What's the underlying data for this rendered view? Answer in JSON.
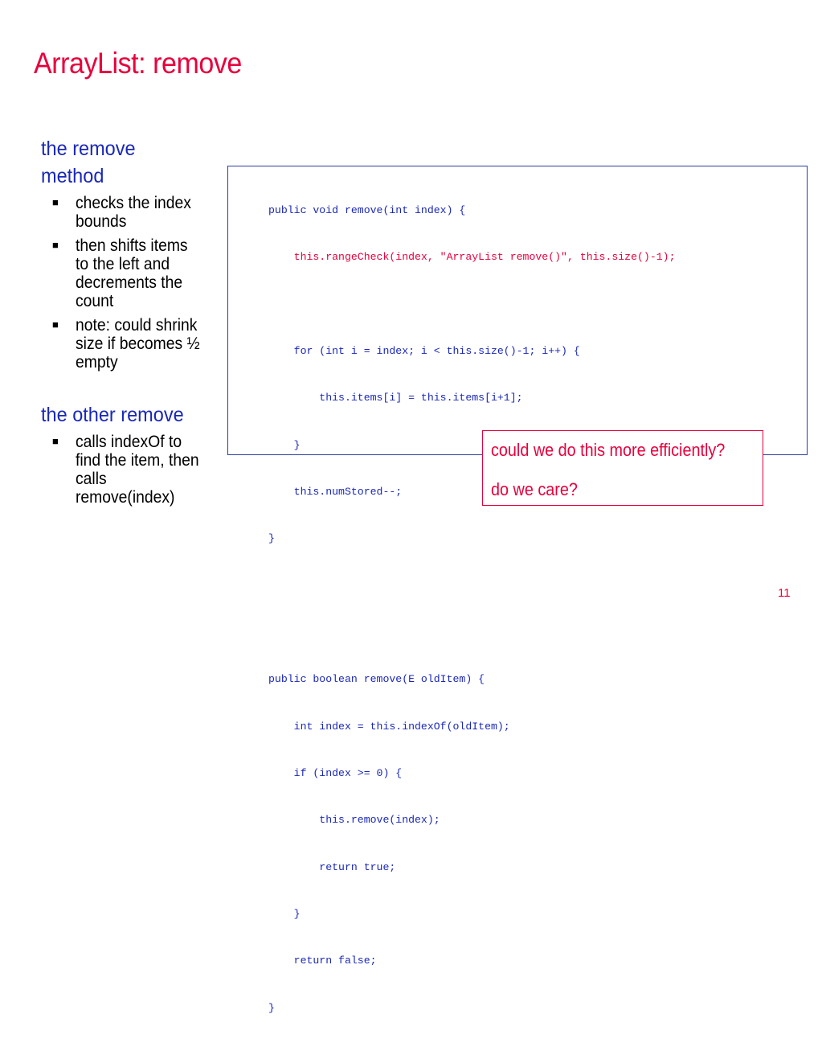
{
  "slide": {
    "title": "ArrayList: remove",
    "page_number": "11",
    "accent_color": "#e8003c",
    "heading_color": "#1a28b8"
  },
  "left_column": {
    "section1": {
      "heading_line1": "the remove",
      "heading_line2": "method",
      "bullets": [
        {
          "lines": [
            "checks the index",
            "bounds"
          ]
        },
        {
          "lines": [
            "then shifts items",
            "to the left and",
            "decrements the",
            "count"
          ]
        },
        {
          "lines": [
            "note: could shrink",
            "size if becomes ½",
            "empty"
          ]
        }
      ]
    },
    "section2": {
      "heading": "the other remove",
      "bullets": [
        {
          "lines": [
            "calls indexOf to",
            "find the item, then",
            "calls",
            "remove(index)"
          ]
        }
      ]
    }
  },
  "code": {
    "lines": [
      "public void remove(int index) {",
      "    this.rangeCheck(index, \"ArrayList remove()\", this.size()-1);",
      "",
      "    for (int i = index; i < this.size()-1; i++) {",
      "        this.items[i] = this.items[i+1];",
      "    }",
      "    this.numStored--;",
      "}",
      "",
      "",
      "public boolean remove(E oldItem) {",
      "    int index = this.indexOf(oldItem);",
      "    if (index >= 0) {",
      "        this.remove(index);",
      "        return true;",
      "    }",
      "    return false;",
      "}"
    ]
  },
  "callout": {
    "line1": "could we do this more efficiently?",
    "line2": "do we care?"
  }
}
